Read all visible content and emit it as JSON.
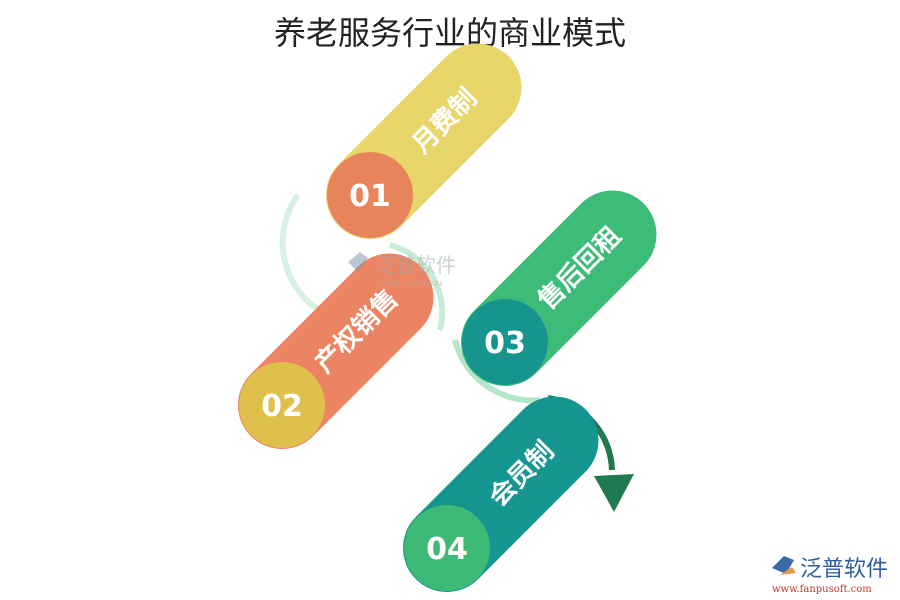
{
  "title": "养老服务行业的商业模式",
  "steps": [
    {
      "number": "01",
      "label": "月费制",
      "pill_color": "#e9d66a",
      "circle_color": "#e8845c"
    },
    {
      "number": "02",
      "label": "产权销售",
      "pill_color": "#ea8462",
      "circle_color": "#dfc04c"
    },
    {
      "number": "03",
      "label": "售后回租",
      "pill_color": "#3dbb78",
      "circle_color": "#16958f"
    },
    {
      "number": "04",
      "label": "会员制",
      "pill_color": "#169690",
      "circle_color": "#3dba76"
    }
  ],
  "watermark": {
    "cn": "泛普软件",
    "en": "FANPU SOFTWARE"
  },
  "logo": {
    "cn": "泛普软件",
    "url": "www.fanpusoft.com"
  },
  "colors": {
    "arc": "#c6ecd6",
    "arrow": "#217a4f"
  }
}
